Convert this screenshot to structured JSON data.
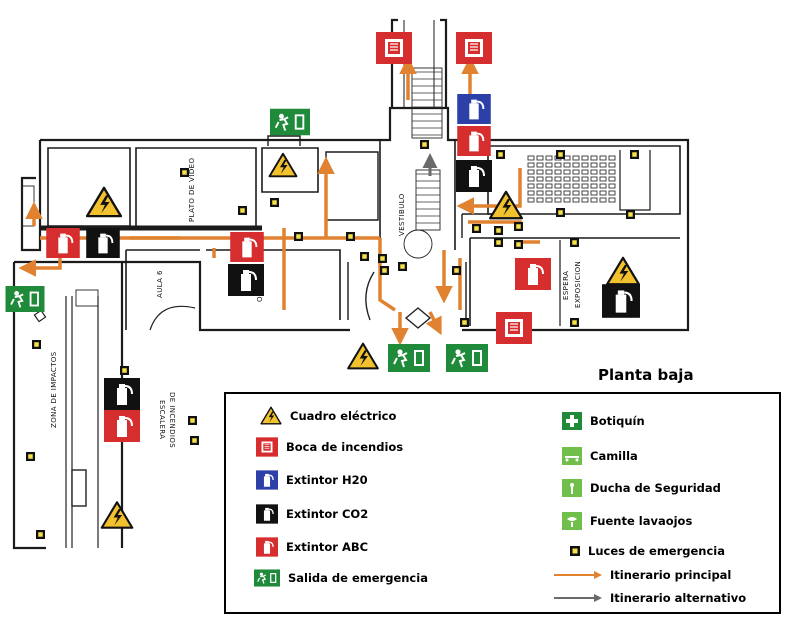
{
  "plan": {
    "title": "Planta baja",
    "rooms": {
      "plato_video": "PLATO DE VIDEO",
      "aula": "AULA 6",
      "oficina": "OFICINA",
      "vestibulo": "VESTIBULO",
      "espera": "ESPERA",
      "exposicion": "EXPOSICION",
      "zona_impactos": "ZONA DE IMPACTOS",
      "escalera_line1": "ESCALERA",
      "escalera_line2": "DE INCENDIOS"
    }
  },
  "legend": {
    "items": [
      {
        "label": "Cuadro eléctrico",
        "icon": "electrical-panel-icon"
      },
      {
        "label": "Boca de incendios",
        "icon": "fire-hose-icon"
      },
      {
        "label": "Extintor  H20",
        "icon": "water-extinguisher-icon"
      },
      {
        "label": "Extintor CO2",
        "icon": "co2-extinguisher-icon"
      },
      {
        "label": "Extintor ABC",
        "icon": "abc-extinguisher-icon"
      },
      {
        "label": "Salida de emergencia",
        "icon": "emergency-exit-icon"
      },
      {
        "label": "Botiquín",
        "icon": "first-aid-icon"
      },
      {
        "label": "Camilla",
        "icon": "stretcher-icon"
      },
      {
        "label": "Ducha de Seguridad",
        "icon": "safety-shower-icon"
      },
      {
        "label": "Fuente lavaojos",
        "icon": "eyewash-icon"
      },
      {
        "label": "Luces de emergencia",
        "icon": "emergency-light-icon"
      },
      {
        "label": "Itinerario principal",
        "icon": "main-route-arrow-icon"
      },
      {
        "label": "Itinerario alternativo",
        "icon": "alt-route-arrow-icon"
      }
    ]
  },
  "colors": {
    "red": "#d62e2e",
    "blue": "#2d40a8",
    "black": "#111111",
    "green": "#1f8a3a",
    "light_green": "#6fbf4a",
    "yellow": "#f2c12e",
    "route_main": "#e0822f",
    "route_alt": "#6a6a6a"
  }
}
